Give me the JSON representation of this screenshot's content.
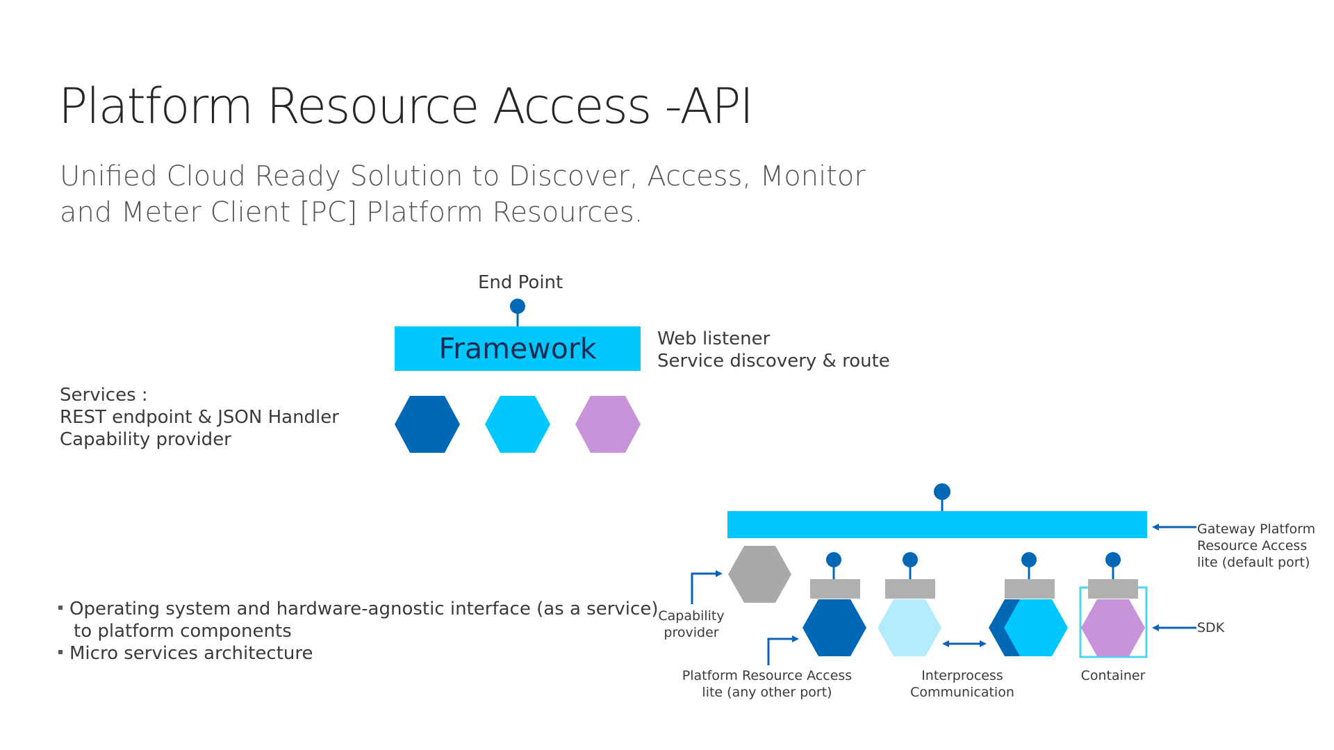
{
  "slide": {
    "title": "Platform Resource Access -API",
    "subtitle_line1": "Unified Cloud Ready Solution to Discover, Access, Monitor",
    "subtitle_line2": "and Meter Client [PC] Platform Resources."
  },
  "top_diagram": {
    "endpoint_label": "End Point",
    "framework_label": "Framework",
    "web_listener": "Web listener",
    "service_discovery": "Service discovery & route",
    "services_heading": "Services :",
    "services_line1": "REST endpoint & JSON Handler",
    "services_line2": "Capability provider"
  },
  "bullets": {
    "item1_line1": "Operating system and hardware-agnostic interface (as a service)",
    "item1_line2": "to platform components",
    "item2": "Micro services architecture"
  },
  "bottom_diagram": {
    "gateway_line1": "Gateway Platform",
    "gateway_line2": "Resource Access",
    "gateway_line3": "lite (default port)",
    "sdk_label": "SDK",
    "capability_line1": "Capability",
    "capability_line2": "provider",
    "pra_line1": "Platform Resource Access",
    "pra_line2": "lite (any other port)",
    "ipc_line1": "Interprocess",
    "ipc_line2": "Communication",
    "container_label": "Container"
  },
  "colors": {
    "dark_blue": "#0068b5",
    "cyan": "#00c7fd",
    "light_cyan": "#b3ecfc",
    "lavender": "#c893d9",
    "gray": "#a9a9a9",
    "cap_gray": "#b0b0b0",
    "arrow_blue": "#0b63b8"
  },
  "icons": {
    "connector": "circle-pin-icon",
    "arrow": "arrow-left-icon",
    "elbow_arrow": "elbow-arrow-right-icon",
    "double_arrow": "double-headed-arrow-icon"
  }
}
